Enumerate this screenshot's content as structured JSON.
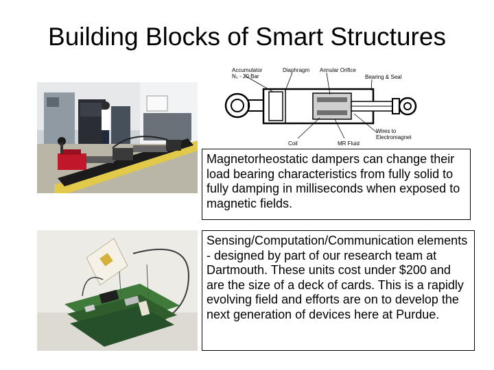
{
  "slide": {
    "title": "Building Blocks of Smart Structures"
  },
  "damper_section": {
    "description": "Magnetorheostatic dampers can change their load bearing characteristics from fully solid to fully damping in milliseconds when exposed to magnetic fields.",
    "diagram_labels": {
      "accumulator": "Accumulator",
      "pressure": "N₂ - 20 Bar",
      "diaphragm": "Diaphragm",
      "annular_orifice": "Annular Orifice",
      "bearing_seal": "Bearing & Seal",
      "coil": "Coil",
      "mr_fluid": "MR Fluid",
      "wires": "Wires to",
      "electromagnet": "Electromagnet"
    }
  },
  "sensor_section": {
    "description": "Sensing/Computation/Communication elements - designed by part of our research team at Dartmouth. These units cost under $200 and are the size of a deck of cards. This is a rapidly evolving field and efforts are on to develop the next generation of devices here at Purdue."
  },
  "colors": {
    "lab_floor": "#d8d2b4",
    "damper_red": "#c0182a",
    "pcb_green": "#3f7a3a",
    "antenna_gold": "#d4b23a"
  }
}
